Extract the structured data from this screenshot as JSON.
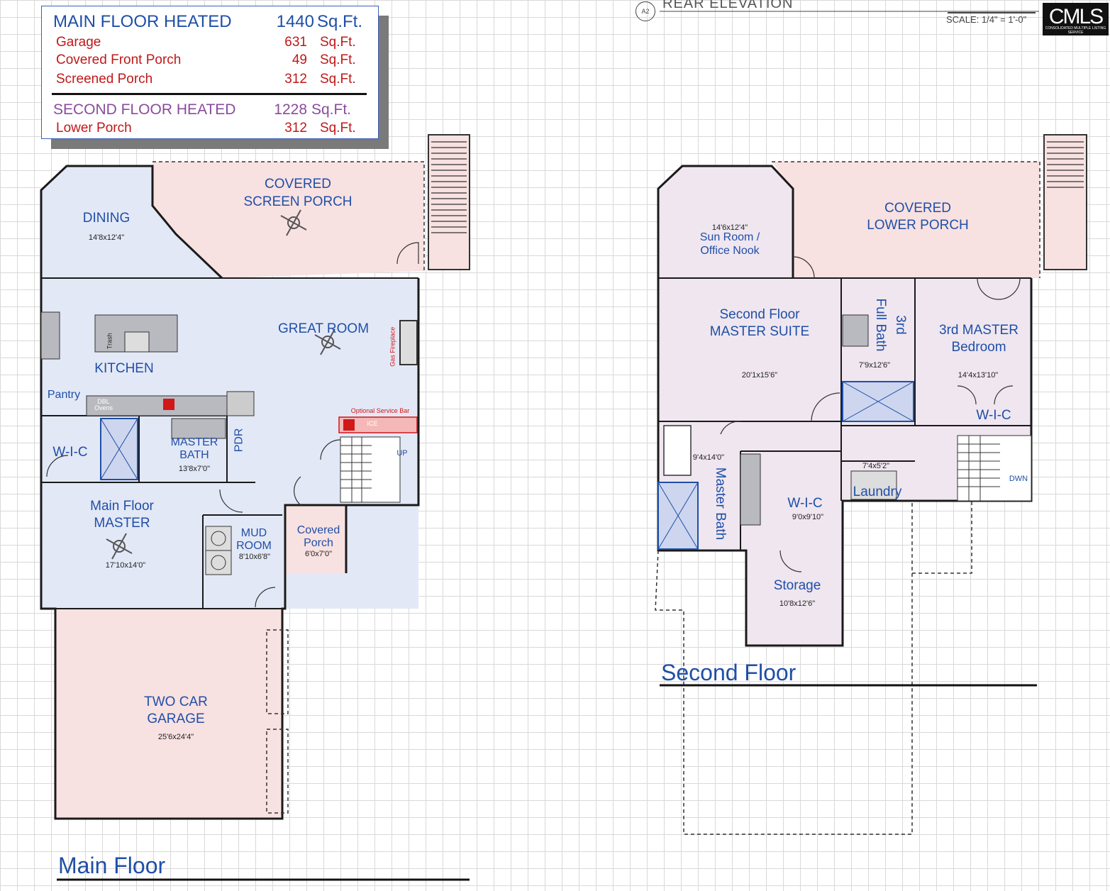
{
  "header": {
    "elevation_label": "REAR ELEVATION",
    "elevation_ref": "A2",
    "scale": "SCALE: 1/4\" = 1'-0\"",
    "logo": "CMLS",
    "logo_sub": "CONSOLIDATED MULTIPLE LISTING SERVICE"
  },
  "legend": {
    "main_floor": {
      "label": "MAIN FLOOR HEATED",
      "value": "1440",
      "unit": "Sq.Ft."
    },
    "main_items": [
      {
        "label": "Garage",
        "value": "631",
        "unit": "Sq.Ft."
      },
      {
        "label": "Covered Front Porch",
        "value": "49",
        "unit": "Sq.Ft."
      },
      {
        "label": "Screened Porch",
        "value": "312",
        "unit": "Sq.Ft."
      }
    ],
    "second_floor": {
      "label": "SECOND FLOOR HEATED",
      "value": "1228",
      "unit": "Sq.Ft."
    },
    "second_items": [
      {
        "label": "Lower Porch",
        "value": "312",
        "unit": "Sq.Ft."
      }
    ]
  },
  "main_floor": {
    "title": "Main Floor",
    "rooms": {
      "dining": {
        "name": "DINING",
        "dims": "14'8x12'4\""
      },
      "screen_porch": {
        "line1": "COVERED",
        "line2": "SCREEN PORCH"
      },
      "great_room": {
        "name": "GREAT ROOM"
      },
      "fireplace": "Gas Fireplace",
      "kitchen": {
        "name": "KITCHEN"
      },
      "trash": "Trash",
      "pantry": "Pantry",
      "ovens": "DBL Ovens",
      "service_bar": "Optional Service Bar",
      "ice": "ICE",
      "up": "UP",
      "wic": "W-I-C",
      "master_bath": {
        "line1": "MASTER",
        "line2": "BATH",
        "dims": "13'8x7'0\""
      },
      "pdr": "PDR",
      "master": {
        "line1": "Main Floor",
        "line2": "MASTER",
        "dims": "17'10x14'0\""
      },
      "mud_room": {
        "line1": "MUD",
        "line2": "ROOM",
        "dims": "8'10x6'8\""
      },
      "covered_porch": {
        "line1": "Covered",
        "line2": "Porch",
        "dims": "6'0x7'0\""
      },
      "garage": {
        "line1": "TWO CAR",
        "line2": "GARAGE",
        "dims": "25'6x24'4\""
      }
    }
  },
  "second_floor": {
    "title": "Second Floor",
    "rooms": {
      "sun_room": {
        "dims": "14'6x12'4\"",
        "line1": "Sun Room /",
        "line2": "Office Nook"
      },
      "lower_porch": {
        "line1": "COVERED",
        "line2": "LOWER PORCH"
      },
      "master_suite": {
        "line1": "Second Floor",
        "line2": "MASTER SUITE",
        "dims": "20'1x15'6\""
      },
      "full_bath": {
        "line1": "3rd",
        "line2": "Full Bath",
        "dims": "7'9x12'6\""
      },
      "third_master": {
        "line1": "3rd MASTER",
        "line2": "Bedroom",
        "dims": "14'4x13'10\""
      },
      "wic_right": "W-I-C",
      "master_bath": {
        "name": "Master Bath",
        "dims": "9'4x14'0\""
      },
      "wic_center": {
        "name": "W-I-C",
        "dims": "9'0x9'10\""
      },
      "laundry": {
        "name": "Laundry",
        "dims": "7'4x5'2\""
      },
      "dwn": "DWN",
      "storage": {
        "name": "Storage",
        "dims": "10'8x12'6\""
      }
    }
  },
  "colors": {
    "heated": "#e3e8f6",
    "porch": "#f8e1e1",
    "second_heated": "#efe6ef",
    "label": "#1f4fa8",
    "wall": "#1a1a1a",
    "accent_red": "#d01818"
  }
}
